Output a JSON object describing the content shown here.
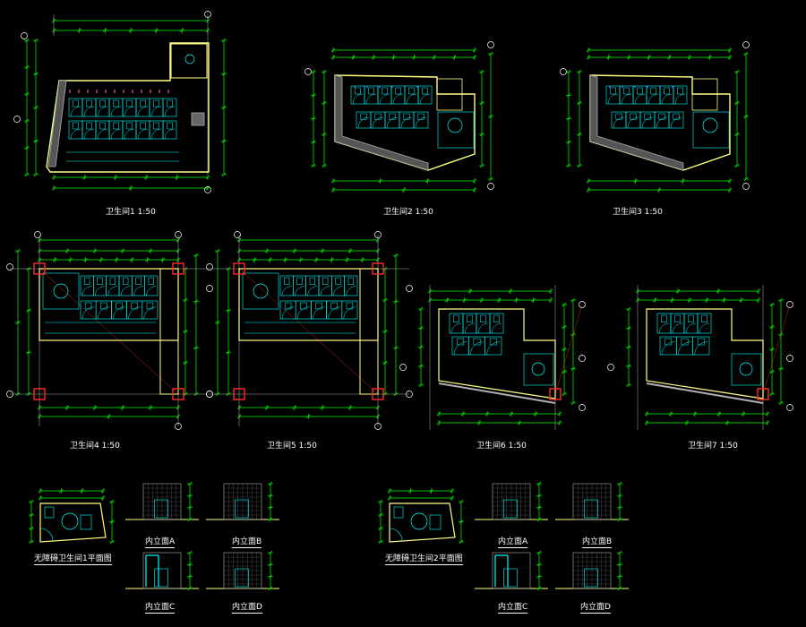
{
  "colors": {
    "background": "#000000",
    "wall": "#ffff80",
    "dimension": "#00ff00",
    "fixture": "#00ffff",
    "column": "#ff2a2a",
    "grid": "#b0b0b0",
    "text": "#ffffff",
    "pink": "#ff66cc"
  },
  "drawing": {
    "plans": [
      {
        "title": "卫生间1 1:50"
      },
      {
        "title": "卫生间2 1:50"
      },
      {
        "title": "卫生间3 1:50"
      },
      {
        "title": "卫生间4 1:50"
      },
      {
        "title": "卫生间5 1:50"
      },
      {
        "title": "卫生间6 1:50"
      },
      {
        "title": "卫生间7 1:50"
      }
    ],
    "accessible_left": {
      "plan_title": "无障碍卫生间1平面图",
      "elev_a": "内立面A",
      "elev_b": "内立面B",
      "elev_c": "内立面C",
      "elev_d": "内立面D"
    },
    "accessible_right": {
      "plan_title": "无障碍卫生间2平面图",
      "elev_a": "内立面A",
      "elev_b": "内立面B",
      "elev_c": "内立面C",
      "elev_d": "内立面D"
    }
  }
}
